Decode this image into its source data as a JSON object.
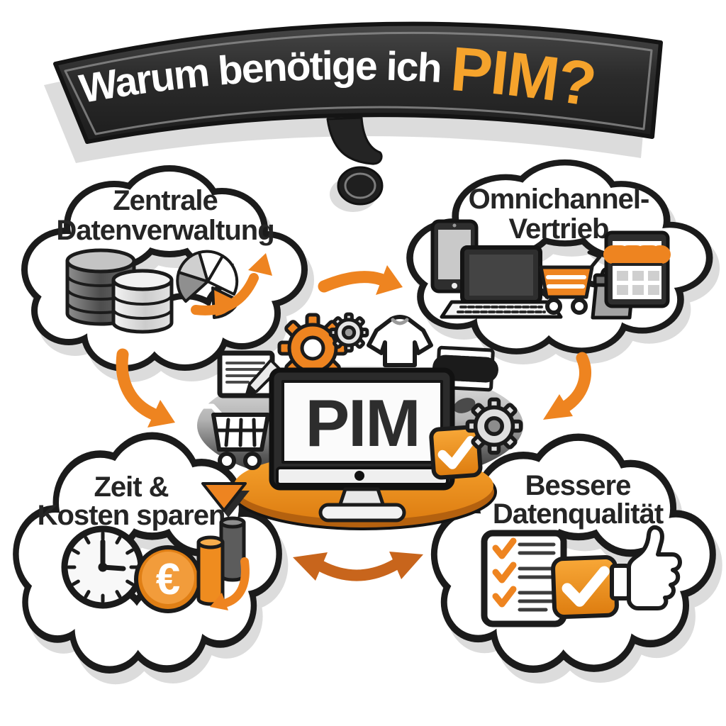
{
  "banner": {
    "prefix": "Warum benötige ich ",
    "highlight": "PIM?"
  },
  "center": {
    "screen_label": "PIM",
    "icons": [
      "monitor-icon",
      "gear-icon",
      "small-gear-icon",
      "tshirt-icon",
      "barcode-icon",
      "document-icon",
      "shopping-cart-icon",
      "check-badge-icon",
      "right-gear-icon",
      "platform"
    ]
  },
  "clouds": {
    "top_left": {
      "title_line1": "Zentrale",
      "title_line2": "Datenverwaltung",
      "icons": [
        "database-stack-icon",
        "database-icon",
        "pie-chart-icon",
        "growth-arrow-icon"
      ]
    },
    "top_right": {
      "title_line1": "Omnichannel-",
      "title_line2": "Vertrieb",
      "icons": [
        "tablet-icon",
        "laptop-icon",
        "shopping-cart-icon",
        "shopping-bag-icon",
        "storefront-tablet-icon"
      ]
    },
    "bottom_left": {
      "title_line1": "Zeit &",
      "title_line2": "Kosten sparen",
      "euro_symbol": "€",
      "icons": [
        "down-arrowhead-icon",
        "clock-icon",
        "euro-coin-icon",
        "declining-bars-icon",
        "down-arrow-icon"
      ]
    },
    "bottom_right": {
      "title_line1": "Bessere",
      "title_line2": "Datenqualität",
      "icons": [
        "checklist-icon",
        "check-square-icon",
        "thumbs-up-icon"
      ]
    }
  },
  "arrows": [
    "arrow-topleft-to-center",
    "arrow-center-to-topright",
    "arrow-topright-to-bottomright",
    "arrow-bottom-double"
  ],
  "colors": {
    "orange": "#EE8420",
    "orange_bright": "#F5A32C",
    "orange_deep": "#C8651C",
    "ink": "#1B1B1B",
    "banner_dark": "#2B2B2B",
    "gray_icon": "#9A9A9A",
    "cloud_shadow": "#DCDCDC",
    "screen_text": "#2D2D2D"
  }
}
